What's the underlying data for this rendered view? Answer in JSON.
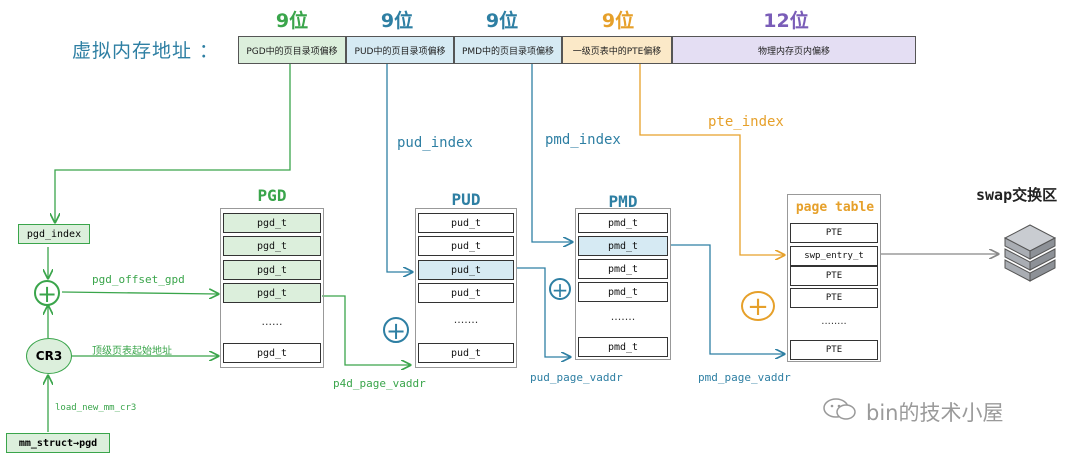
{
  "va_label": "虚拟内存地址 ：",
  "segments": [
    {
      "bits": "9位",
      "label": "PGD中的页目录项偏移",
      "bits_color": "#3aa54b",
      "fill": "#dcefdc"
    },
    {
      "bits": "9位",
      "label": "PUD中的页目录项偏移",
      "bits_color": "#2e7fa3",
      "fill": "#d6eaf3"
    },
    {
      "bits": "9位",
      "label": "PMD中的页目录项偏移",
      "bits_color": "#2e7fa3",
      "fill": "#d6eaf3"
    },
    {
      "bits": "9位",
      "label": "一级页表中的PTE偏移",
      "bits_color": "#e6a02a",
      "fill": "#fbe9c8"
    },
    {
      "bits": "12位",
      "label": "物理内存页内偏移",
      "bits_color": "#7a5db8",
      "fill": "#e4def3"
    }
  ],
  "index_labels": {
    "pud": "pud_index",
    "pmd": "pmd_index",
    "pte": "pte_index",
    "pgd": "pgd_index"
  },
  "pgd": {
    "title": "PGD",
    "rows": [
      "pgd_t",
      "pgd_t",
      "pgd_t",
      "pgd_t",
      "......",
      "pgd_t"
    ]
  },
  "pud": {
    "title": "PUD",
    "rows": [
      "pud_t",
      "pud_t",
      "pud_t",
      "pud_t",
      ".......",
      "pud_t"
    ]
  },
  "pmd": {
    "title": "PMD",
    "rows": [
      "pmd_t",
      "pmd_t",
      "pmd_t",
      "pmd_t",
      ".......",
      "pmd_t"
    ]
  },
  "pte_table": {
    "title": "page table",
    "rows": [
      "PTE",
      "swp_entry_t",
      "PTE",
      "PTE",
      "........",
      "PTE"
    ]
  },
  "swap_label": "swap交换区",
  "cr3": "CR3",
  "plus": "+",
  "labels": {
    "pgd_offset": "pgd_offset_gpd",
    "top_base": "顶级页表起始地址",
    "load_cr3": "load_new_mm_cr3",
    "mm_struct": "mm_struct→pgd",
    "p4d": "p4d_page_vaddr",
    "pud_vaddr": "pud_page_vaddr",
    "pmd_vaddr": "pmd_page_vaddr"
  },
  "watermark": "bin的技术小屋",
  "colors": {
    "green": "#3aa54b",
    "blue": "#2e7fa3",
    "orange": "#e6a02a",
    "purple": "#7a5db8",
    "gray": "#888888"
  }
}
